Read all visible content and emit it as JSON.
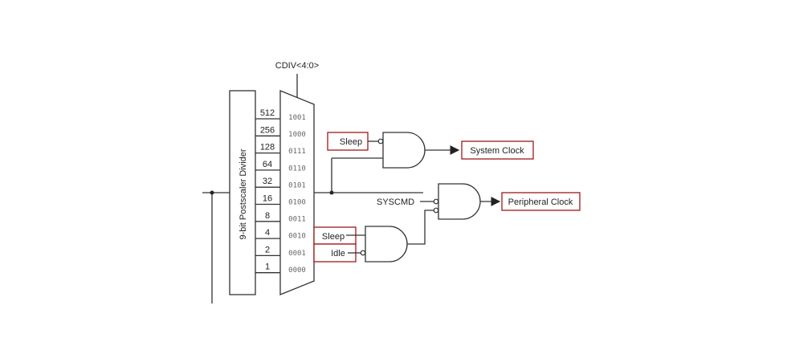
{
  "divider_label": "9-bit Postscaler Divider",
  "mux_select_label": "CDIV<4:0>",
  "divider_outputs": [
    "512",
    "256",
    "128",
    "64",
    "32",
    "16",
    "8",
    "4",
    "2",
    "1"
  ],
  "mux_codes": [
    "1001",
    "1000",
    "0111",
    "0110",
    "0101",
    "0100",
    "0011",
    "0010",
    "0001",
    "0000"
  ],
  "gate_top_input": "Sleep",
  "gate_bottom_inputs": [
    "Sleep",
    "Idle"
  ],
  "gate_right_input": "SYSCMD",
  "outputs": {
    "system_clock": "System Clock",
    "peripheral_clock": "Peripheral Clock"
  },
  "colors": {
    "highlight_box": "#a01818",
    "line": "#333333"
  }
}
